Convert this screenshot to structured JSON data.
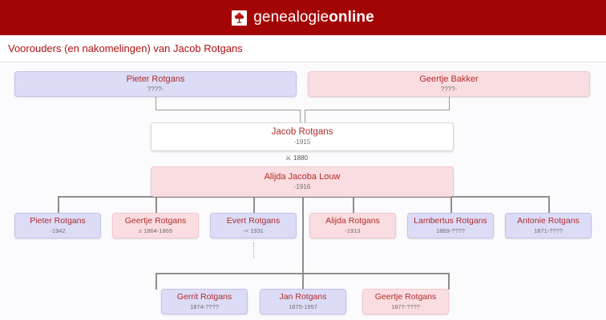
{
  "header": {
    "brand_prefix": "genealogie",
    "brand_suffix": "online",
    "logo_icon": "tree-logo-icon",
    "background_color": "#a30505"
  },
  "page": {
    "title": "Voorouders (en nakomelingen) van Jacob Rotgans",
    "title_color": "#b01010"
  },
  "tree": {
    "colors": {
      "male_fill": "#dcdcf7",
      "male_border": "#c3c3ea",
      "female_fill": "#fadde0",
      "female_border": "#f0c8cd",
      "focus_fill": "#ffffff",
      "name_text": "#b02b2b",
      "date_text": "#6d6d6d",
      "line": "#9a9a9a"
    },
    "generations": [
      {
        "id": "parents",
        "people": [
          {
            "name": "Pieter Rotgans",
            "dates": "????-",
            "sex": "male"
          },
          {
            "name": "Geertje Bakker",
            "dates": "????-",
            "sex": "female"
          }
        ]
      },
      {
        "id": "focus-couple",
        "people": [
          {
            "name": "Jacob Rotgans",
            "dates": "-1915",
            "sex": "focus"
          },
          {
            "name": "Alijda Jacoba Louw",
            "dates": "-1916",
            "sex": "female"
          }
        ],
        "marriage": {
          "symbol": "⚔",
          "icon": "marriage-icon",
          "year": "1880"
        }
      },
      {
        "id": "children",
        "people": [
          {
            "name": "Pieter Rotgans",
            "dates": "-1942",
            "sex": "male"
          },
          {
            "name": "Geertje Rotgans",
            "dates": "± 1864-1869",
            "sex": "female"
          },
          {
            "name": "Evert Rotgans",
            "dates": "-< 1931",
            "sex": "male"
          },
          {
            "name": "Alijda Rotgans",
            "dates": "-1913",
            "sex": "female"
          },
          {
            "name": "Lambertus Rotgans",
            "dates": "1869-????",
            "sex": "male"
          },
          {
            "name": "Antonie Rotgans",
            "dates": "1871-????",
            "sex": "male"
          }
        ]
      },
      {
        "id": "children-2",
        "people": [
          {
            "name": "Gerrit Rotgans",
            "dates": "1874-????",
            "sex": "male"
          },
          {
            "name": "Jan Rotgans",
            "dates": "1875-1957",
            "sex": "male"
          },
          {
            "name": "Geertje Rotgans",
            "dates": "1877-????",
            "sex": "female"
          }
        ]
      }
    ]
  }
}
